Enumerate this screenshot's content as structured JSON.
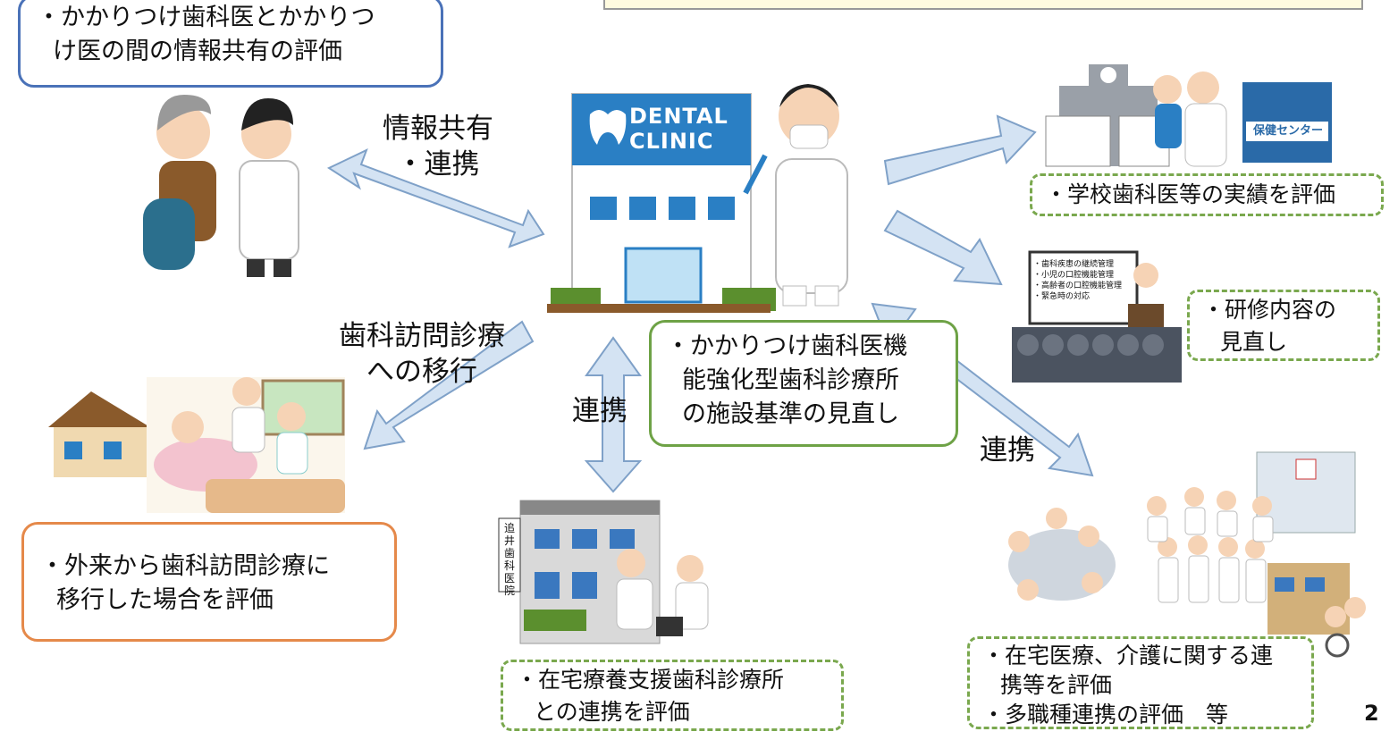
{
  "boxes": {
    "top_left": "・かかりつけ歯科医とかかりつけ医の間の情報共有の評価",
    "top_left_line1": "・かかりつけ歯科医とかかりつ",
    "top_left_line2": "け医の間の情報共有の評価",
    "center_line1": "・かかりつけ歯科医機",
    "center_line2": "能強化型歯科診療所",
    "center_line3": "の施設基準の見直し",
    "school_line1": "・学校歯科医等の実績を評価",
    "training_line1": "・研修内容の",
    "training_line2": "見直し",
    "visit_line1": "・外来から歯科訪問診療に",
    "visit_line2": "移行した場合を評価",
    "home_support_line1": "・在宅療養支援歯科診療所",
    "home_support_line2": "との連携を評価",
    "multi_line1": "・在宅医療、介護に関する連",
    "multi_line2": "携等を評価",
    "multi_line3": "・多職種連携の評価　等"
  },
  "labels": {
    "info_share_line1": "情報共有",
    "info_share_line2": "・連携",
    "visit_line1": "歯科訪問診療",
    "visit_line2": "への移行",
    "renkei_center": "連携",
    "renkei_right": "連携"
  },
  "illustrations": {
    "clinic_sign_line1": "DENTAL",
    "clinic_sign_line2": "CLINIC",
    "health_center": "保健センター",
    "whiteboard_line1": "・歯科疾患の継続管理",
    "whiteboard_line2": "・小児の口腔機能管理",
    "whiteboard_line3": "・高齢者の口腔機能管理",
    "whiteboard_line4": "・緊急時の対応",
    "clinic_name": "追井歯科医院"
  },
  "page_number": "2",
  "colors": {
    "arrow_fill": "#d4e3f3",
    "arrow_stroke": "#7fa1c8",
    "blue_border": "#4a72b8",
    "green_border": "#6ea246",
    "orange_border": "#e5894a",
    "clinic_blue": "#2a7fc4"
  }
}
